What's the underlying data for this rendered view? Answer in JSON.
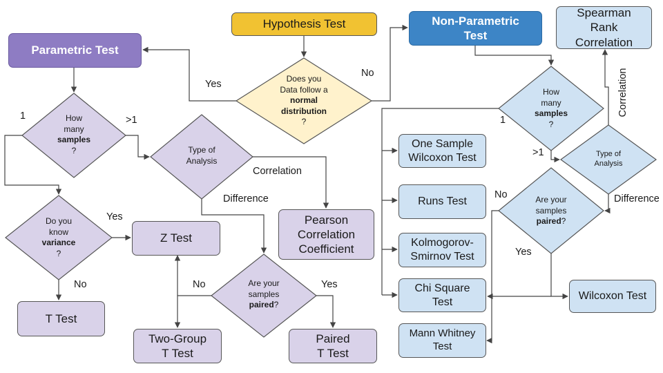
{
  "nodes": {
    "hypothesis_test": "Hypothesis Test",
    "parametric_test": "Parametric Test",
    "nonparametric_test": "Non-Parametric\nTest",
    "spearman": "Spearman\nRank\nCorrelation",
    "z_test": "Z Test",
    "t_test": "T Test",
    "pearson": "Pearson\nCorrelation\nCoefficient",
    "two_group_t": "Two-Group\nT Test",
    "paired_t": "Paired\nT Test",
    "one_sample_wilcoxon": "One Sample\nWilcoxon Test",
    "runs_test": "Runs Test",
    "ks_test": "Kolmogorov-\nSmirnov Test",
    "chi_square": "Chi Square\nTest",
    "mann_whitney": "Mann Whitney\nTest",
    "wilcoxon": "Wilcoxon Test"
  },
  "decisions": {
    "normal": {
      "line1": "Does you",
      "line2": "Data follow a",
      "bold": "normal distribution",
      "tail": "?"
    },
    "samples_left": {
      "line1": "How",
      "line2": "many",
      "bold": "samples",
      "tail": "?"
    },
    "analysis_left": {
      "line1": "Type of",
      "line2": "Analysis"
    },
    "variance": {
      "line1": "Do you",
      "line2": "know",
      "bold": "variance",
      "tail": "?"
    },
    "paired_left": {
      "line1": "Are your",
      "line2": "samples",
      "bold": "paired",
      "tail": "?"
    },
    "samples_right": {
      "line1": "How",
      "line2": "many",
      "bold": "samples",
      "tail": "?"
    },
    "analysis_right": {
      "line1": "Type of",
      "line2": "Analysis"
    },
    "paired_right": {
      "line1": "Are your",
      "line2": "samples",
      "bold": "paired",
      "tail": "?"
    }
  },
  "edge_labels": {
    "yes_normal": "Yes",
    "no_normal": "No",
    "one_left": "1",
    "gt1_left": ">1",
    "correlation_left": "Correlation",
    "difference_left": "Difference",
    "yes_variance": "Yes",
    "no_variance": "No",
    "no_paired_left": "No",
    "yes_paired_left": "Yes",
    "one_right": "1",
    "gt1_right": ">1",
    "correlation_right": "Correlation",
    "difference_right": "Difference",
    "no_paired_right": "No",
    "yes_paired_right": "Yes"
  },
  "colors": {
    "lavender": "#d9d2e9",
    "light_blue": "#cfe2f3",
    "yellow": "#f1c232",
    "diamond_yellow": "#fff2cc",
    "violet": "#8e7cc3",
    "navy": "#3d85c6"
  }
}
